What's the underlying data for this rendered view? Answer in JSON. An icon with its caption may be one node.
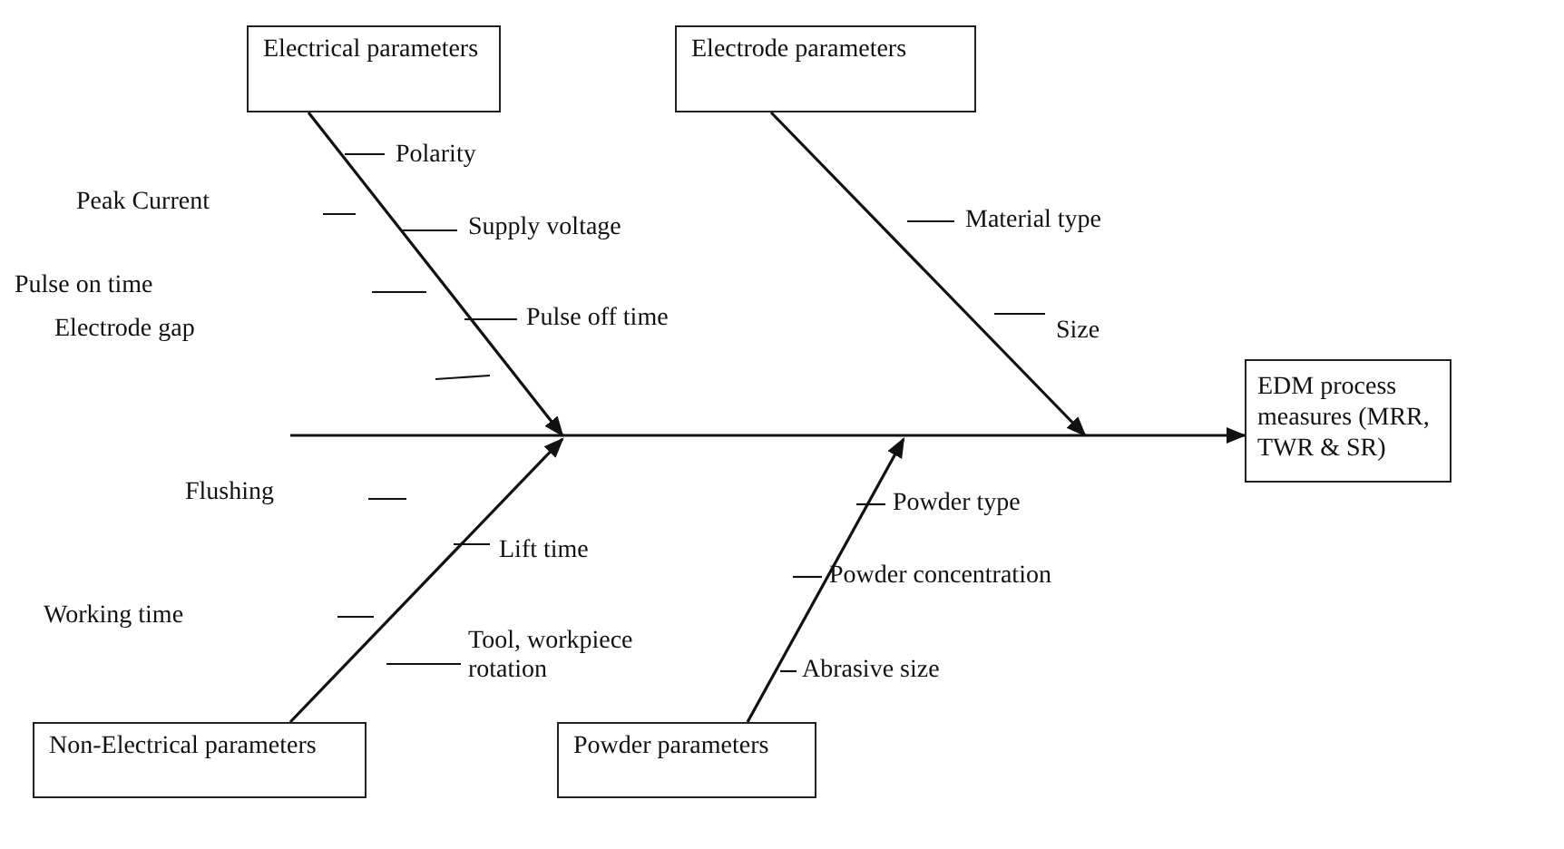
{
  "diagram": {
    "nodes": [
      {
        "text": [
          "Electrical parameters"
        ]
      },
      {
        "text": [
          "Electrode parameters"
        ]
      },
      {
        "text": [
          "EDM process measures (MRR, TWR & SR)"
        ]
      },
      {
        "text": [
          "Non-Electrical parameters"
        ]
      },
      {
        "text": [
          "Powder parameters"
        ]
      }
    ],
    "edges": [
      {
        "from": null,
        "to": 2,
        "arrow": "to"
      },
      {
        "from": 0,
        "to": null,
        "arrow": "to"
      },
      {
        "from": 1,
        "to": null,
        "arrow": "to"
      },
      {
        "from": 3,
        "to": null,
        "arrow": "to"
      },
      {
        "from": 4,
        "to": null,
        "arrow": "to"
      }
    ],
    "labels": [
      "Polarity",
      "Peak Current",
      "Supply voltage",
      "Pulse on time",
      "Pulse off time",
      "Electrode gap",
      "Material type",
      "Size",
      "Flushing",
      "Lift time",
      "Working time",
      "Tool, workpiece rotation",
      "Powder type",
      "Powder concentration",
      "Abrasive size"
    ]
  }
}
